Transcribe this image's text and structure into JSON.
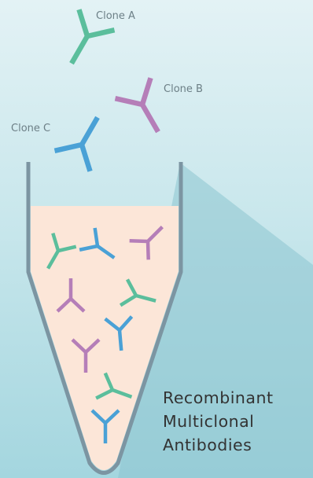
{
  "diagram": {
    "clone_labels": {
      "a": "Clone A",
      "b": "Clone B",
      "c": "Clone C"
    },
    "caption_lines": [
      "Recombinant",
      "Multiclonal",
      "Antibodies"
    ],
    "colors": {
      "clone_a": "#5bbe9c",
      "clone_b": "#b57eb8",
      "clone_c": "#4aa1d6",
      "tube_outline": "#7c95a2",
      "tube_liquid": "#fce6d8",
      "shadow": "#8cc4cf"
    },
    "antibody_icon": "y-shaped-antibody-icon",
    "container_icon": "conical-tube-icon",
    "antibodies_in_tube": [
      {
        "clone": "A"
      },
      {
        "clone": "C"
      },
      {
        "clone": "B"
      },
      {
        "clone": "B"
      },
      {
        "clone": "A"
      },
      {
        "clone": "C"
      },
      {
        "clone": "B"
      },
      {
        "clone": "A"
      },
      {
        "clone": "C"
      }
    ]
  }
}
